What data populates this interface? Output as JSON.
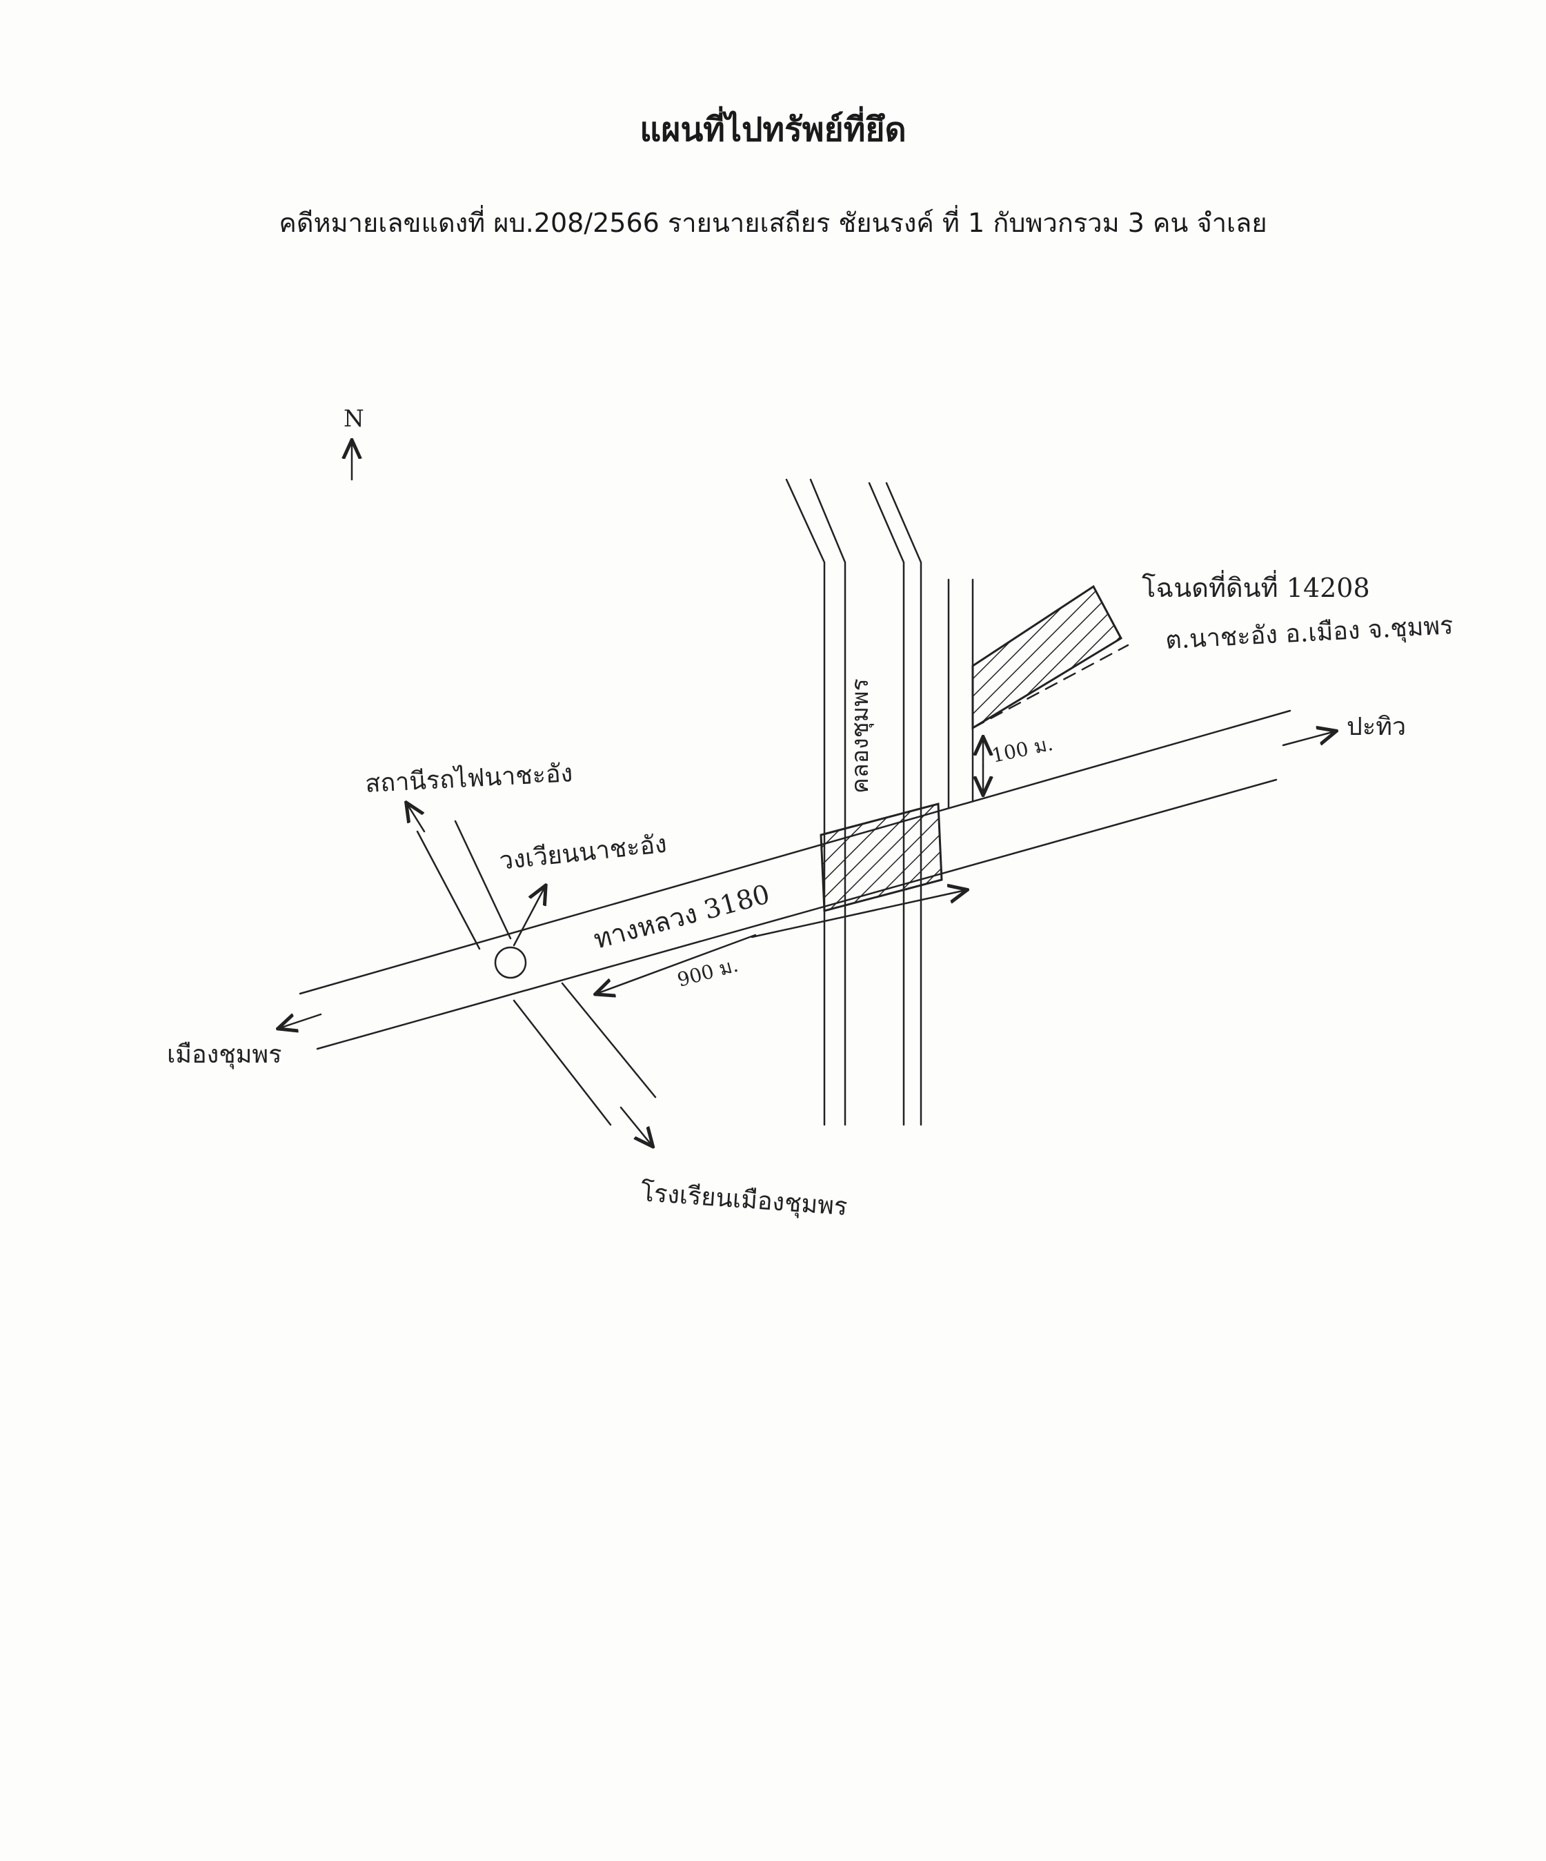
{
  "header": {
    "title": "แผนที่ไปทรัพย์ที่ยึด",
    "subtitle": "คดีหมายเลขแดงที่ ผบ.208/2566 รายนายเสถียร ชัยนรงค์ ที่ 1 กับพวกรวม 3 คน จำเลย"
  },
  "map": {
    "north_label": "N",
    "station_label": "สถานีรถไฟนาชะอัง",
    "roundabout_label": "วงเวียนนาชะอัง",
    "highway_label": "ทางหลวง 3180",
    "distance_main": "900 ม.",
    "distance_side": "100 ม.",
    "city_label": "เมืองชุมพร",
    "school_label": "โรงเรียนเมืองชุมพร",
    "pathio_label": "ปะทิว",
    "canal_label": "คลองชุมพร",
    "deed_line1": "โฉนดที่ดินที่ 14208",
    "deed_line2": "ต.นาชะอัง อ.เมือง จ.ชุมพร"
  }
}
